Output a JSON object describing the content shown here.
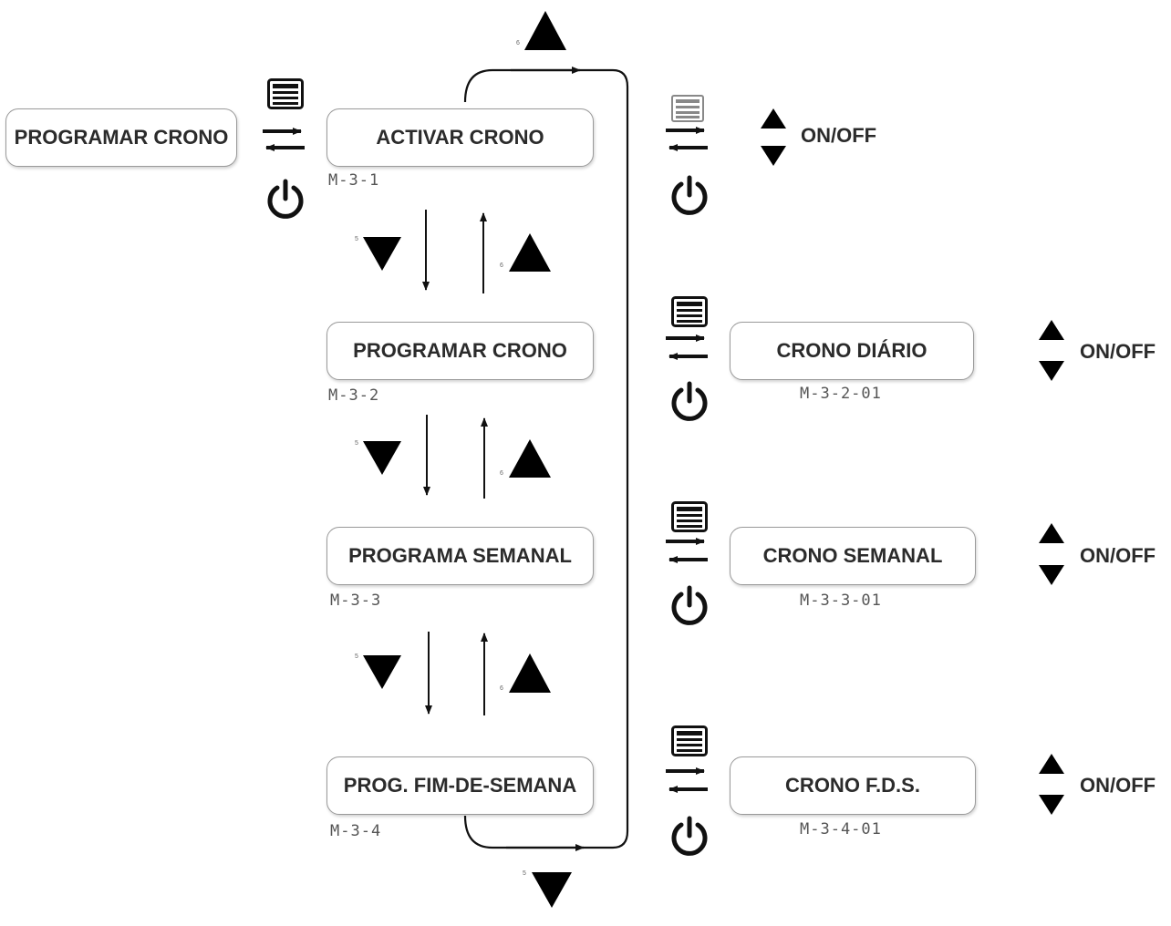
{
  "nodes": {
    "root": "PROGRAMAR CRONO",
    "activar": "ACTIVAR CRONO",
    "programar": "PROGRAMAR CRONO",
    "semanal": "PROGRAMA SEMANAL",
    "fds": "PROG. FIM-DE-SEMANA",
    "crono_diario": "CRONO DIÁRIO",
    "crono_semanal": "CRONO SEMANAL",
    "crono_fds": "CRONO F.D.S."
  },
  "codes": {
    "activar": "M-3-1",
    "programar": "M-3-2",
    "semanal": "M-3-3",
    "fds": "M-3-4",
    "crono_diario": "M-3-2-01",
    "crono_semanal": "M-3-3-01",
    "crono_fds": "M-3-4-01"
  },
  "onoff": {
    "activar": "ON/OFF",
    "diario": "ON/OFF",
    "semanal": "ON/OFF",
    "fds": "ON/OFF"
  },
  "key_numbers": {
    "down": "5",
    "up": "6"
  },
  "icons": {
    "menu": "menu-list-icon",
    "power": "power-icon",
    "up": "up-triangle-icon",
    "down": "down-triangle-icon",
    "enter": "enter-arrow-icon",
    "back": "back-arrow-icon"
  }
}
